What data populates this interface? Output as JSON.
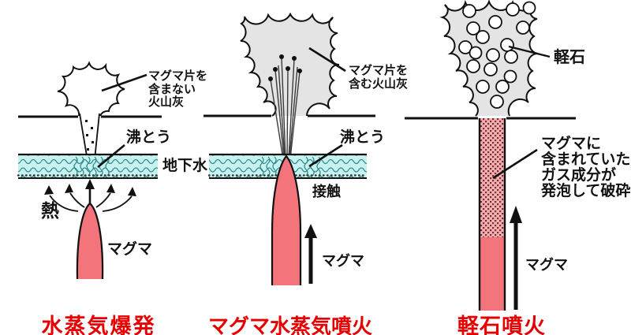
{
  "colors": {
    "title_red": "#e60000",
    "magma_pink": "#f4747c",
    "water_cyan": "#c8f2f0",
    "wave_teal": "#2f8c8c",
    "cloud_gray": "#e4e4e4",
    "stipple_pink": "#f3b0b4",
    "stipple_dark": "#7c2d32",
    "line_black": "#111111"
  },
  "panels": [
    {
      "id": "phreatic-explosion",
      "title": "水蒸気爆発",
      "labels": {
        "ash_lines": [
          "マグマ片を",
          "含まない",
          "火山灰"
        ],
        "boiling": "沸とう",
        "groundwater": "地下水",
        "heat": "熱",
        "magma": "マグマ"
      }
    },
    {
      "id": "phreatomagmatic-eruption",
      "title": "マグマ水蒸気噴火",
      "labels": {
        "ash_lines": [
          "マグマ片を",
          "含む火山灰"
        ],
        "boiling": "沸とう",
        "contact": "接触",
        "magma": "マグマ"
      }
    },
    {
      "id": "pumice-eruption",
      "title": "軽石噴火",
      "labels": {
        "pumice": "軽石",
        "gas_lines": [
          "マグマに",
          "含まれていた",
          "ガス成分が",
          "発泡して破砕"
        ],
        "magma": "マグマ"
      }
    }
  ]
}
